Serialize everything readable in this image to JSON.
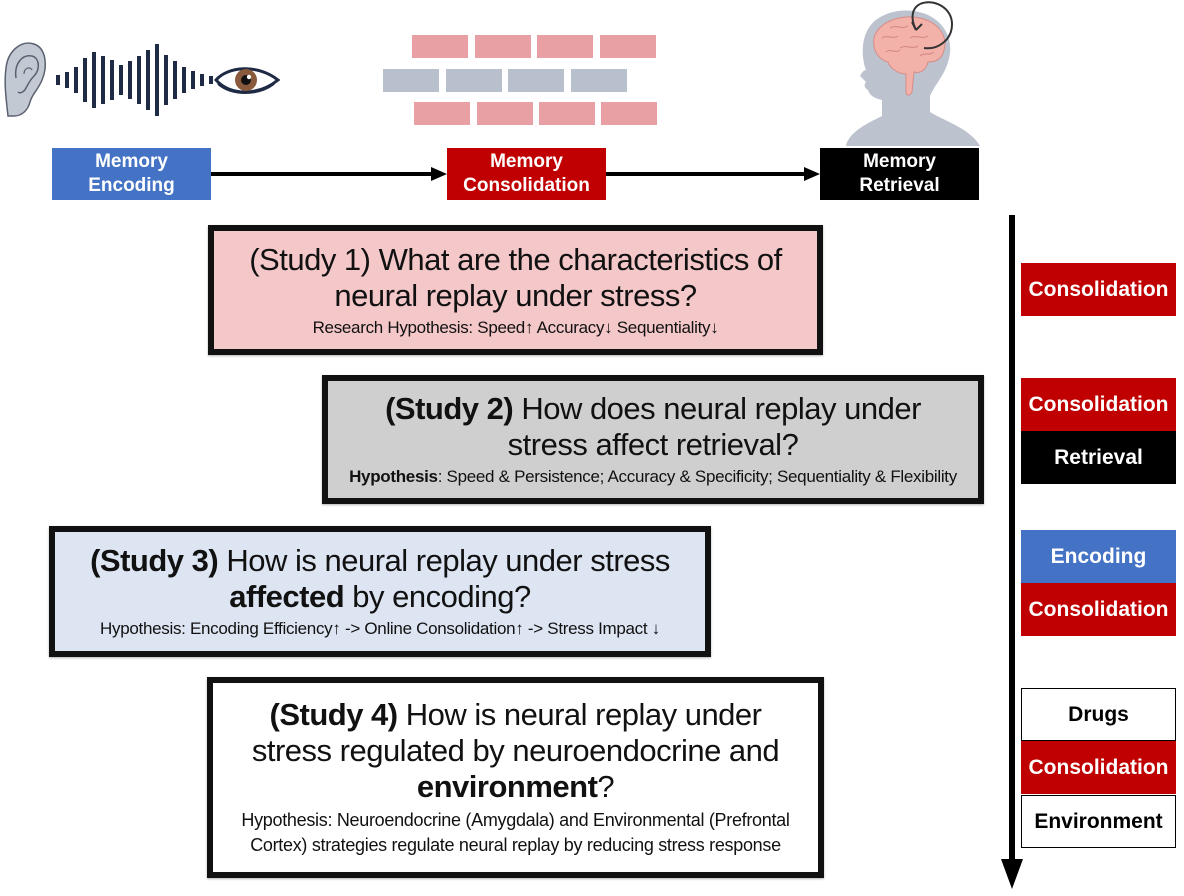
{
  "stages": {
    "encoding": {
      "line1": "Memory",
      "line2": "Encoding",
      "color": "#4472c4"
    },
    "consolidation": {
      "line1": "Memory",
      "line2": "Consolidation",
      "color": "#c00000"
    },
    "retrieval": {
      "line1": "Memory",
      "line2": "Retrieval",
      "color": "#000000"
    }
  },
  "icons": {
    "encoding": [
      "ear-icon",
      "sound-wave-icon",
      "eye-icon"
    ],
    "consolidation": "brick-wall-icon",
    "retrieval": "head-brain-replay-icon"
  },
  "studies": [
    {
      "label": "(Study 1)",
      "question": "What are the characteristics of neural replay under stress?",
      "q_line1_rest": " What are the characteristics of",
      "q_line2": "neural replay under stress?",
      "hypothesis_label": "Research Hypothesis:",
      "hypothesis_text": " Speed↑ Accuracy↓ Sequentiality↓",
      "background": "#f4c7c9"
    },
    {
      "label": "(Study 2)",
      "q_line1_rest": " How does neural replay under",
      "q_line2": "stress affect retrieval?",
      "hypothesis_label": "Hypothesis",
      "hypothesis_text": ": Speed & Persistence; Accuracy & Specificity; Sequentiality & Flexibility",
      "background": "#cfcfcf"
    },
    {
      "label": "(Study 3)",
      "q_line1_rest": " How is neural replay under stress",
      "q_line2_bold": "affected",
      "q_line2_rest": " by encoding?",
      "hypothesis_text": "Hypothesis: Encoding Efficiency↑ -> Online Consolidation↑ -> Stress Impact ↓",
      "background": "#dde4f2"
    },
    {
      "label": "(Study 4)",
      "q_line1_rest": " How is neural replay under",
      "q_line2": "stress regulated by neuroendocrine and",
      "q_line3_bold": "environment",
      "q_line3_rest": "?",
      "hypothesis_line1": "Hypothesis: Neuroendocrine (Amygdala) and Environmental (Prefrontal",
      "hypothesis_line2": "Cortex) strategies regulate neural replay by reducing stress response",
      "background": "#ffffff"
    }
  ],
  "timeline_tags": [
    {
      "study": 1,
      "tags": [
        "Consolidation"
      ]
    },
    {
      "study": 2,
      "tags": [
        "Consolidation",
        "Retrieval"
      ]
    },
    {
      "study": 3,
      "tags": [
        "Encoding",
        "Consolidation"
      ]
    },
    {
      "study": 4,
      "tags": [
        "Drugs",
        "Consolidation",
        "Environment"
      ]
    }
  ]
}
